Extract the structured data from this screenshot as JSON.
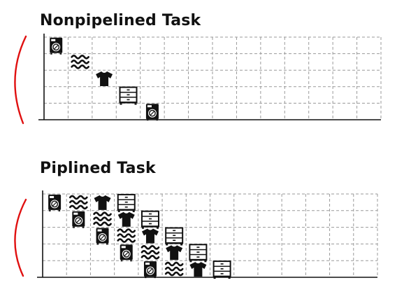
{
  "panels": [
    {
      "title": "Nonpipelined Task",
      "steps": [
        {
          "col": 0,
          "row": 0,
          "icon": "washer-icon"
        },
        {
          "col": 1,
          "row": 1,
          "icon": "dryer-wave-icon"
        },
        {
          "col": 2,
          "row": 2,
          "icon": "shirt-icon"
        },
        {
          "col": 3,
          "row": 3,
          "icon": "drawer-icon"
        },
        {
          "col": 4,
          "row": 4,
          "icon": "washer-icon"
        }
      ]
    },
    {
      "title": "Piplined Task",
      "steps": [
        {
          "col": 0,
          "row": 0,
          "icon": "washer-icon"
        },
        {
          "col": 1,
          "row": 0,
          "icon": "dryer-wave-icon"
        },
        {
          "col": 2,
          "row": 0,
          "icon": "shirt-icon"
        },
        {
          "col": 3,
          "row": 0,
          "icon": "drawer-icon"
        },
        {
          "col": 1,
          "row": 1,
          "icon": "washer-icon"
        },
        {
          "col": 2,
          "row": 1,
          "icon": "dryer-wave-icon"
        },
        {
          "col": 3,
          "row": 1,
          "icon": "shirt-icon"
        },
        {
          "col": 4,
          "row": 1,
          "icon": "drawer-icon"
        },
        {
          "col": 2,
          "row": 2,
          "icon": "washer-icon"
        },
        {
          "col": 3,
          "row": 2,
          "icon": "dryer-wave-icon"
        },
        {
          "col": 4,
          "row": 2,
          "icon": "shirt-icon"
        },
        {
          "col": 5,
          "row": 2,
          "icon": "drawer-icon"
        },
        {
          "col": 3,
          "row": 3,
          "icon": "washer-icon"
        },
        {
          "col": 4,
          "row": 3,
          "icon": "dryer-wave-icon"
        },
        {
          "col": 5,
          "row": 3,
          "icon": "shirt-icon"
        },
        {
          "col": 6,
          "row": 3,
          "icon": "drawer-icon"
        },
        {
          "col": 4,
          "row": 4,
          "icon": "washer-icon"
        },
        {
          "col": 5,
          "row": 4,
          "icon": "dryer-wave-icon"
        },
        {
          "col": 6,
          "row": 4,
          "icon": "shirt-icon"
        },
        {
          "col": 7,
          "row": 4,
          "icon": "drawer-icon"
        }
      ]
    }
  ],
  "colors": {
    "ink": "#111111",
    "grid": "#9a9a9a",
    "bracket": "#e01010"
  }
}
